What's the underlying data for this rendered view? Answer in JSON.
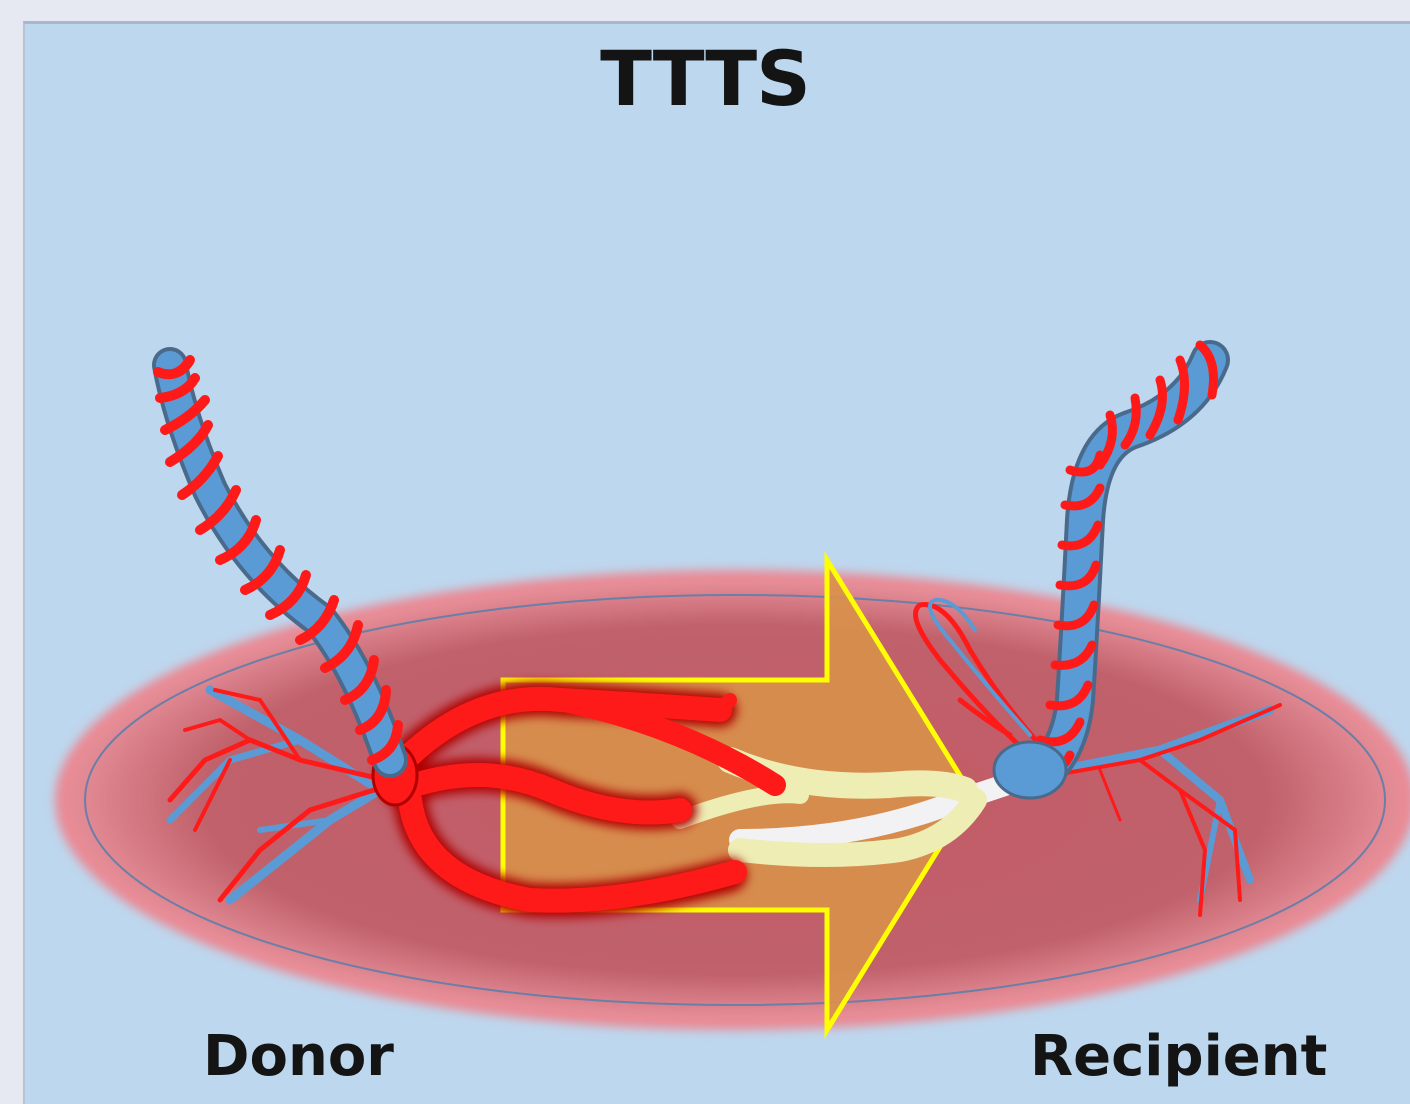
{
  "title": "TTTS",
  "labels": {
    "donor": "Donor",
    "recipient": "Recipient"
  },
  "colors": {
    "background": "#bdd7ee",
    "placenta": "#c0616b",
    "artery": "#ff1a1a",
    "vein": "#5b9bd5",
    "arrow_fill": "#d8914a",
    "arrow_outline": "#ffff00",
    "anastomosis": "#ededb4"
  }
}
